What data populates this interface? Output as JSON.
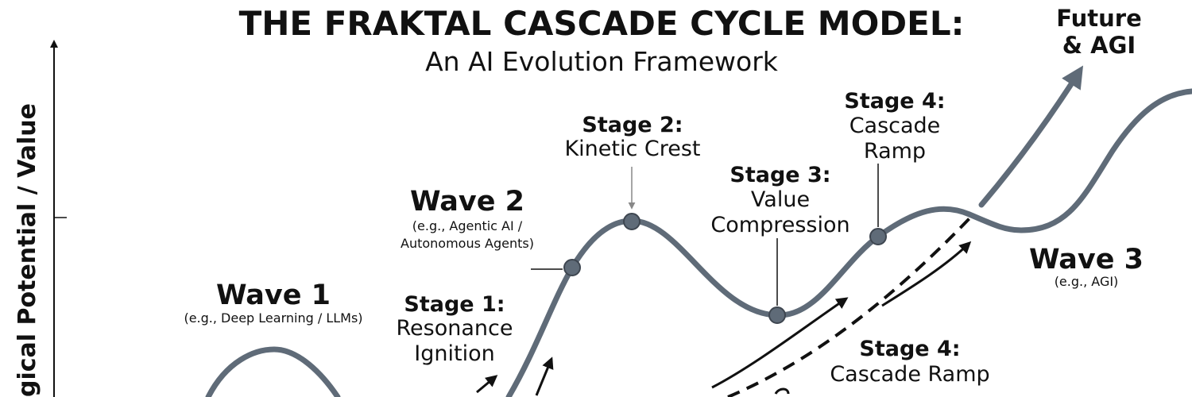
{
  "title": "THE FRAKTAL CASCADE CYCLE MODEL:",
  "subtitle": "An AI Evolution Framework",
  "y_axis_label": "gical Potential / Value",
  "future": {
    "line1": "Future",
    "line2": "& AGI"
  },
  "waves": {
    "wave1": {
      "label": "Wave 1",
      "example": "(e.g., Deep Learning / LLMs)"
    },
    "wave2": {
      "label": "Wave 2",
      "example_line1": "(e.g., Agentic AI /",
      "example_line2": "Autonomous Agents)"
    },
    "wave3": {
      "label": "Wave 3",
      "example": "(e.g., AGI)"
    }
  },
  "stages": {
    "stage1": {
      "label": "Stage 1:",
      "line1": "Resonance",
      "line2": "Ignition"
    },
    "stage2": {
      "label": "Stage 2:",
      "line1": "Kinetic Crest"
    },
    "stage3": {
      "label": "Stage 3:",
      "line1": "Value",
      "line2": "Compression"
    },
    "stage4_top": {
      "label": "Stage 4:",
      "line1": "Cascade",
      "line2": "Ramp"
    },
    "stage4_bottom": {
      "label": "Stage 4:",
      "line1": "Cascade Ramp"
    }
  },
  "colors": {
    "curve": "#5f6b78",
    "text": "#111111",
    "arrow": "#111111"
  }
}
